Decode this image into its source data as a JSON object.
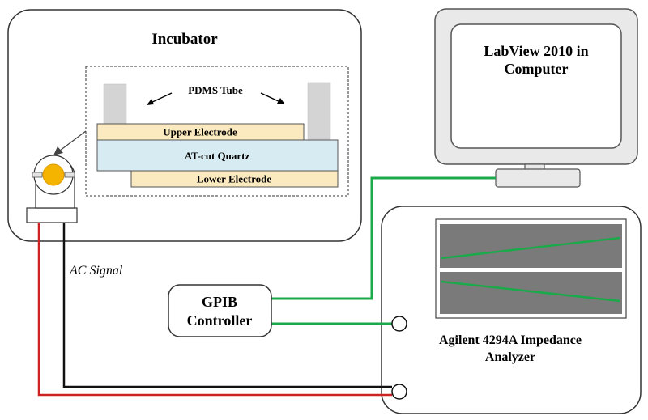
{
  "incubator": {
    "title": "Incubator",
    "pdms_label": "PDMS Tube",
    "upper_electrode": "Upper Electrode",
    "quartz": "AT-cut Quartz",
    "lower_electrode": "Lower Electrode"
  },
  "computer": {
    "line1": "LabView 2010 in",
    "line2": "Computer"
  },
  "gpib": {
    "line1": "GPIB",
    "line2": "Controller"
  },
  "analyzer": {
    "line1": "Agilent 4294A Impedance",
    "line2": "Analyzer"
  },
  "ac_signal": "AC Signal",
  "colors": {
    "green_wire": "#1aaa4a",
    "red_wire": "#cc2222",
    "black_wire": "#111111",
    "electrode_fill": "#fbe9bf",
    "quartz_fill": "#d6ebf2",
    "tube_fill": "#d4d4d4",
    "screen_fill": "#7a7a7a",
    "monitor_fill": "#e9e9e9",
    "crystal_gold": "#f5b400"
  }
}
